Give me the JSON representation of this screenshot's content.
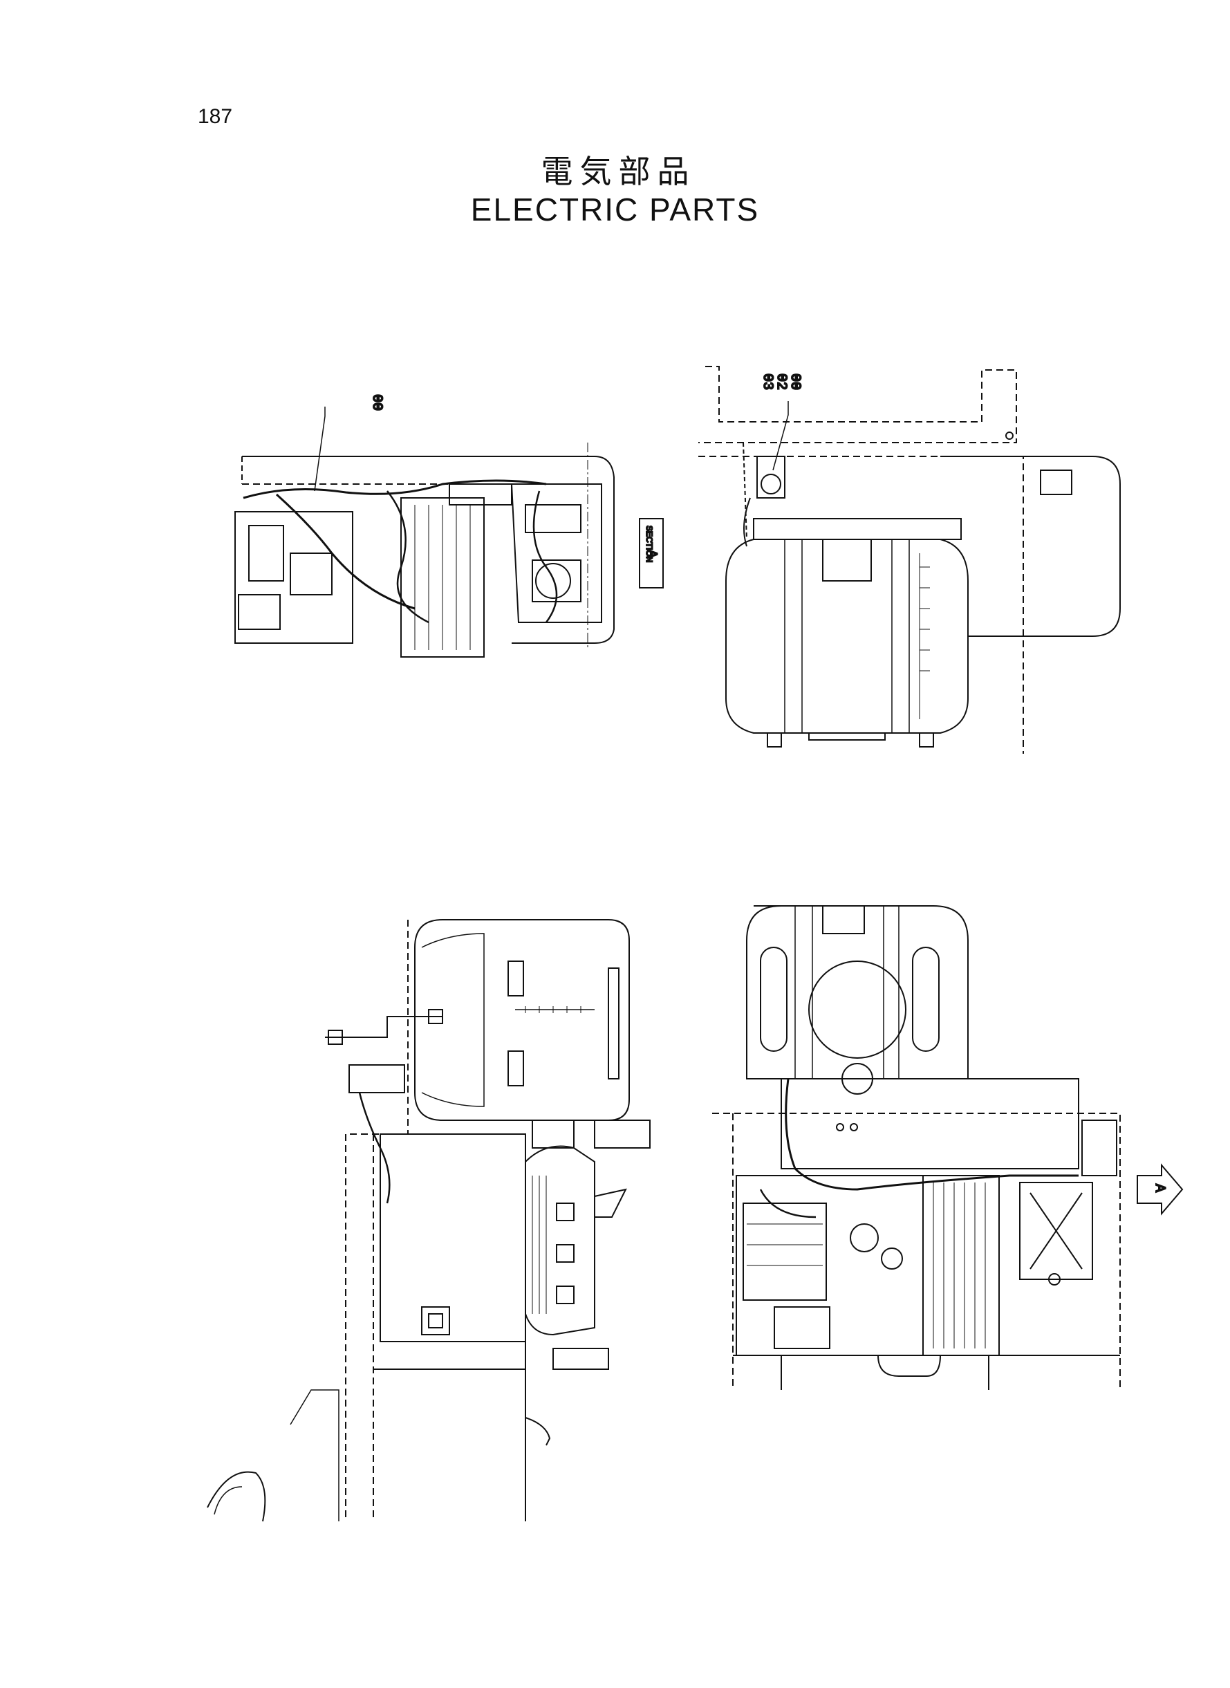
{
  "page": {
    "number": "187"
  },
  "title": {
    "japanese": "電気部品",
    "english": "ELECTRIC  PARTS"
  },
  "views": {
    "top_left": {
      "callouts": [
        "00"
      ]
    },
    "top_right": {
      "callouts": [
        "03",
        "02",
        "00"
      ]
    },
    "section_marker": {
      "text": "SECTION",
      "letter": "A"
    },
    "bottom_right": {
      "arrow_letter": "A"
    }
  }
}
